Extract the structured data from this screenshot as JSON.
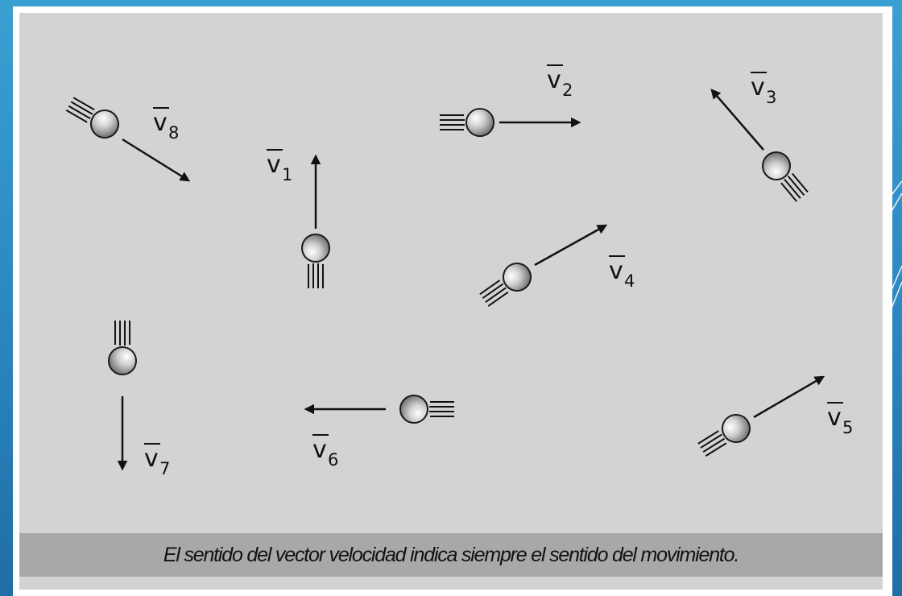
{
  "background_color": "#2b86bf",
  "panel_color": "#d3d3d3",
  "caption_bar_color": "#a8a8a8",
  "diagram": {
    "vectors": [
      {
        "letter": "v",
        "subscript": "1",
        "direction": "up"
      },
      {
        "letter": "v",
        "subscript": "2",
        "direction": "right"
      },
      {
        "letter": "v",
        "subscript": "3",
        "direction": "up-left"
      },
      {
        "letter": "v",
        "subscript": "4",
        "direction": "up-right"
      },
      {
        "letter": "v",
        "subscript": "5",
        "direction": "up-right"
      },
      {
        "letter": "v",
        "subscript": "6",
        "direction": "left"
      },
      {
        "letter": "v",
        "subscript": "7",
        "direction": "down"
      },
      {
        "letter": "v",
        "subscript": "8",
        "direction": "down-right"
      }
    ]
  },
  "caption": "El sentido del vector velocidad indica siempre el sentido del movimiento."
}
